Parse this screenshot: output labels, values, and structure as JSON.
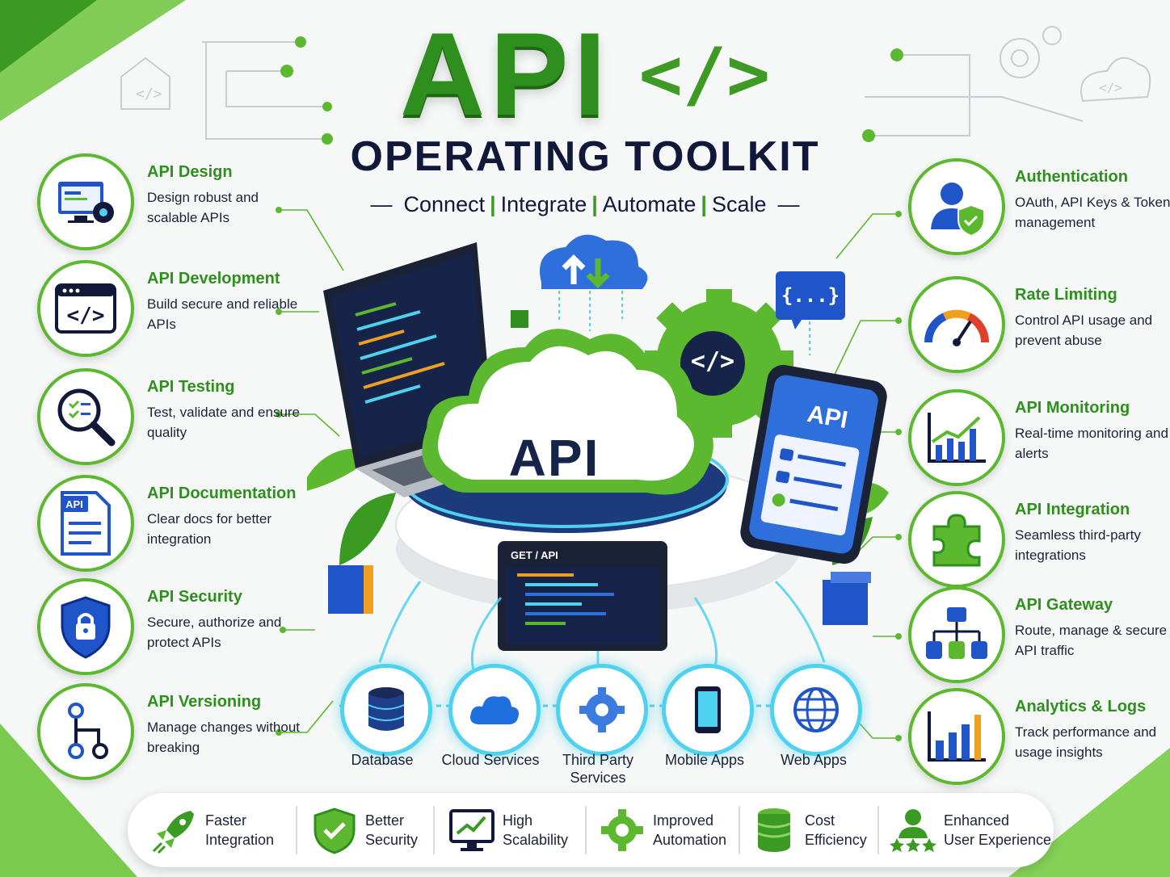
{
  "header": {
    "title": "API",
    "code_symbol": "</>",
    "subtitle": "OPERATING TOOLKIT",
    "tagline": [
      "Connect",
      "Integrate",
      "Automate",
      "Scale"
    ]
  },
  "left_features": [
    {
      "title": "API Design",
      "desc": "Design robust and scalable APIs",
      "icon": "monitor-gear-icon"
    },
    {
      "title": "API Development",
      "desc": "Build secure and reliable APIs",
      "icon": "code-window-icon"
    },
    {
      "title": "API Testing",
      "desc": "Test, validate and ensure quality",
      "icon": "magnifier-checklist-icon"
    },
    {
      "title": "API Documentation",
      "desc": "Clear docs for better integration",
      "icon": "document-icon"
    },
    {
      "title": "API Security",
      "desc": "Secure, authorize and protect APIs",
      "icon": "shield-lock-icon"
    },
    {
      "title": "API Versioning",
      "desc": "Manage changes without breaking",
      "icon": "branch-icon"
    }
  ],
  "right_features": [
    {
      "title": "Authentication",
      "desc": "OAuth, API Keys & Token management",
      "icon": "user-shield-icon"
    },
    {
      "title": "Rate Limiting",
      "desc": "Control API usage and prevent abuse",
      "icon": "gauge-icon"
    },
    {
      "title": "API Monitoring",
      "desc": "Real-time monitoring and alerts",
      "icon": "trend-chart-icon"
    },
    {
      "title": "API Integration",
      "desc": "Seamless third-party integrations",
      "icon": "puzzle-icon"
    },
    {
      "title": "API Gateway",
      "desc": "Route, manage & secure API traffic",
      "icon": "network-icon"
    },
    {
      "title": "Analytics & Logs",
      "desc": "Track performance and usage insights",
      "icon": "bar-chart-icon"
    }
  ],
  "center": {
    "cloud_label": "API",
    "phone_label": "API",
    "monitor_label": "GET / API",
    "json_label": "{...}",
    "gear_code": "</>"
  },
  "targets": [
    {
      "label": "Database",
      "icon": "database-icon"
    },
    {
      "label": "Cloud Services",
      "icon": "cloud-icon"
    },
    {
      "label": "Third Party Services",
      "icon": "gear-icon"
    },
    {
      "label": "Mobile Apps",
      "icon": "smartphone-icon"
    },
    {
      "label": "Web Apps",
      "icon": "globe-icon"
    }
  ],
  "benefits": [
    {
      "line1": "Faster",
      "line2": "Integration",
      "icon": "rocket-icon"
    },
    {
      "line1": "Better",
      "line2": "Security",
      "icon": "shield-check-icon"
    },
    {
      "line1": "High",
      "line2": "Scalability",
      "icon": "growth-monitor-icon"
    },
    {
      "line1": "Improved",
      "line2": "Automation",
      "icon": "cog-recycle-icon"
    },
    {
      "line1": "Cost",
      "line2": "Efficiency",
      "icon": "coin-stack-icon"
    },
    {
      "line1": "Enhanced",
      "line2": "User Experience",
      "icon": "user-stars-icon"
    }
  ],
  "colors": {
    "green": "#2f8f1e",
    "navy": "#11183a",
    "blue": "#1f55c8",
    "cyan": "#4fd2ef"
  }
}
